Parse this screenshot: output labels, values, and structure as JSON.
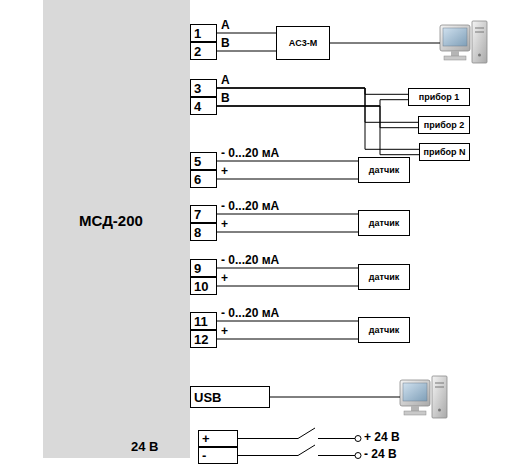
{
  "diagram": {
    "nodes": [
      {
        "text": [
          "МСД-200"
        ]
      },
      {
        "text": [
          "1"
        ],
        "in": 0
      },
      {
        "text": [
          "2"
        ],
        "in": 0
      },
      {
        "text": [
          "3"
        ],
        "in": 0
      },
      {
        "text": [
          "4"
        ],
        "in": 0
      },
      {
        "text": [
          "5"
        ],
        "in": 0
      },
      {
        "text": [
          "6"
        ],
        "in": 0
      },
      {
        "text": [
          "7"
        ],
        "in": 0
      },
      {
        "text": [
          "8"
        ],
        "in": 0
      },
      {
        "text": [
          "9"
        ],
        "in": 0
      },
      {
        "text": [
          "10"
        ],
        "in": 0
      },
      {
        "text": [
          "11"
        ],
        "in": 0
      },
      {
        "text": [
          "12"
        ],
        "in": 0
      },
      {
        "text": [
          "АС3-М"
        ]
      },
      {
        "text": [
          "прибор 1"
        ]
      },
      {
        "text": [
          "прибор 2"
        ]
      },
      {
        "text": [
          "прибор N"
        ]
      },
      {
        "text": [
          "датчик"
        ]
      },
      {
        "text": [
          "датчик"
        ]
      },
      {
        "text": [
          "датчик"
        ]
      },
      {
        "text": [
          "датчик"
        ]
      },
      {
        "text": [
          "USB"
        ],
        "in": 0
      },
      {
        "text": [
          "+"
        ],
        "in": 0
      },
      {
        "text": [
          "-"
        ],
        "in": 0
      }
    ],
    "edges": [
      {
        "from": 1,
        "to": 13,
        "arrow": "none",
        "label": "A"
      },
      {
        "from": 2,
        "to": 13,
        "arrow": "none",
        "label": "B"
      },
      {
        "from": 3,
        "to": 14,
        "arrow": "none",
        "label": "A"
      },
      {
        "from": 3,
        "to": 15,
        "arrow": "none"
      },
      {
        "from": 3,
        "to": 16,
        "arrow": "none"
      },
      {
        "from": 4,
        "to": 14,
        "arrow": "none",
        "label": "B"
      },
      {
        "from": 4,
        "to": 15,
        "arrow": "none"
      },
      {
        "from": 4,
        "to": 16,
        "arrow": "none"
      },
      {
        "from": 5,
        "to": 17,
        "arrow": "none",
        "label": "- 0...20 мА"
      },
      {
        "from": 6,
        "to": 17,
        "arrow": "none",
        "label": "+"
      },
      {
        "from": 7,
        "to": 18,
        "arrow": "none",
        "label": "- 0...20 мА"
      },
      {
        "from": 8,
        "to": 18,
        "arrow": "none",
        "label": "+"
      },
      {
        "from": 9,
        "to": 19,
        "arrow": "none",
        "label": "- 0...20 мА"
      },
      {
        "from": 10,
        "to": 19,
        "arrow": "none",
        "label": "+"
      },
      {
        "from": 11,
        "to": 20,
        "arrow": "none",
        "label": "- 0...20 мА"
      },
      {
        "from": 12,
        "to": 20,
        "arrow": "none",
        "label": "+"
      }
    ],
    "labels": [
      "24 В",
      "+ 24 В",
      "- 24 В"
    ]
  }
}
